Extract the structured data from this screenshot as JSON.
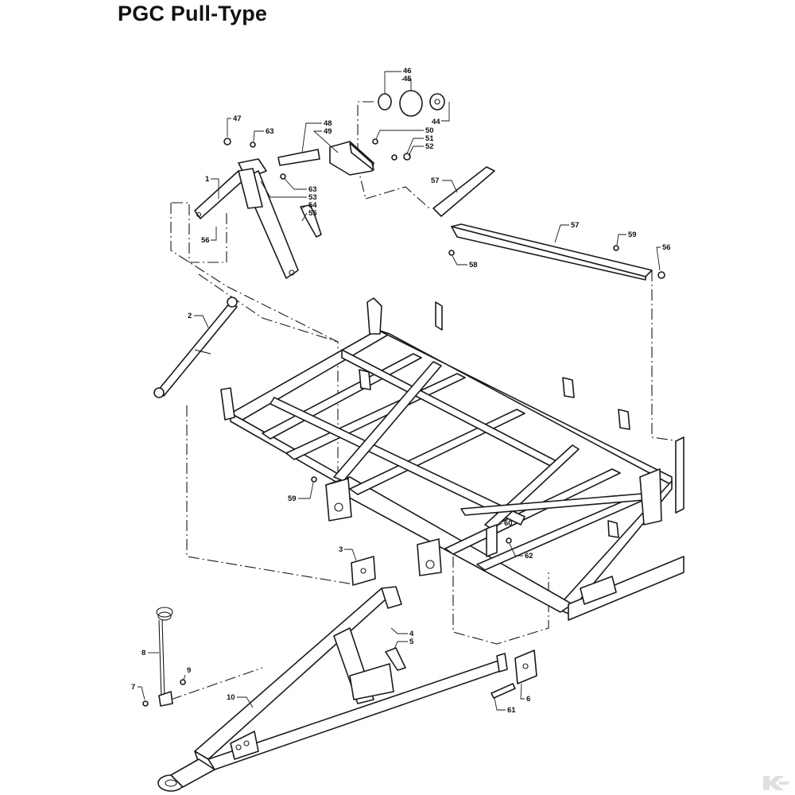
{
  "title": "PGC Pull-Type",
  "callouts": [
    {
      "id": "c46",
      "label": "46"
    },
    {
      "id": "c45",
      "label": "45"
    },
    {
      "id": "c44",
      "label": "44"
    },
    {
      "id": "c47",
      "label": "47"
    },
    {
      "id": "c63a",
      "label": "63"
    },
    {
      "id": "c48",
      "label": "48"
    },
    {
      "id": "c49",
      "label": "49"
    },
    {
      "id": "c50",
      "label": "50"
    },
    {
      "id": "c51",
      "label": "51"
    },
    {
      "id": "c52",
      "label": "52"
    },
    {
      "id": "c1",
      "label": "1"
    },
    {
      "id": "c63b",
      "label": "63"
    },
    {
      "id": "c53",
      "label": "53"
    },
    {
      "id": "c54",
      "label": "54"
    },
    {
      "id": "c55",
      "label": "55"
    },
    {
      "id": "c57a",
      "label": "57"
    },
    {
      "id": "c57b",
      "label": "57"
    },
    {
      "id": "c59a",
      "label": "59"
    },
    {
      "id": "c56a",
      "label": "56"
    },
    {
      "id": "c56b",
      "label": "56"
    },
    {
      "id": "c58",
      "label": "58"
    },
    {
      "id": "c2",
      "label": "2"
    },
    {
      "id": "c59b",
      "label": "59"
    },
    {
      "id": "c60",
      "label": "60"
    },
    {
      "id": "c62",
      "label": "62"
    },
    {
      "id": "c3",
      "label": "3"
    },
    {
      "id": "c4",
      "label": "4"
    },
    {
      "id": "c5",
      "label": "5"
    },
    {
      "id": "c8",
      "label": "8"
    },
    {
      "id": "c9",
      "label": "9"
    },
    {
      "id": "c7",
      "label": "7"
    },
    {
      "id": "c10",
      "label": "10"
    },
    {
      "id": "c6",
      "label": "6"
    },
    {
      "id": "c61",
      "label": "61"
    }
  ],
  "colors": {
    "ink": "#1a1a1a",
    "logo": "#e0e0e0"
  },
  "logo_icon": "brand-logo-icon"
}
